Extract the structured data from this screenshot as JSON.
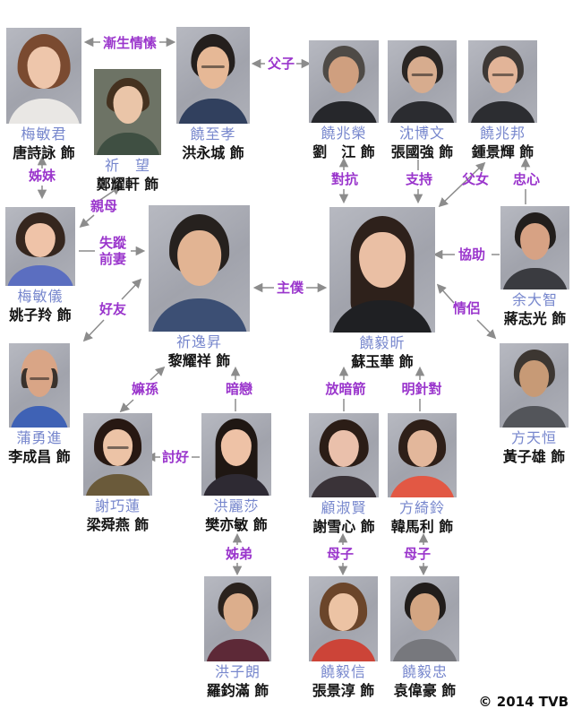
{
  "page": {
    "copyright": "© 2014 TVB"
  },
  "colors": {
    "background": "#ffffff",
    "character_name": "#7787cd",
    "actor_name": "#141414",
    "relation_label": "#9a35cc",
    "arrow": "#8c8c8c",
    "copyright": "#101010"
  },
  "people": [
    {
      "id": "mui-man-kwan",
      "name": "梅敏君",
      "actor": "唐詩詠 飾",
      "photo": {
        "hair": "#7a4a30",
        "skin": "#eec6ab",
        "top": "#e9e7e4"
      }
    },
    {
      "id": "kei-mong",
      "name": "祈　望",
      "actor": "鄭耀軒 飾",
      "photo": {
        "hair": "#44311f",
        "skin": "#eac5a8",
        "top": "#3f4f42",
        "bg": "#6d7365"
      }
    },
    {
      "id": "yiu-chi-hau",
      "name": "饒至孝",
      "actor": "洪永城 飾",
      "photo": {
        "hair": "#241f1d",
        "skin": "#e6b896",
        "top": "#31405e"
      }
    },
    {
      "id": "yiu-siu-wing",
      "name": "饒兆榮",
      "actor": "劉　江 飾",
      "photo": {
        "hair": "#4e4a46",
        "skin": "#cf9f7f",
        "top": "#26272b"
      }
    },
    {
      "id": "sum-pok-man",
      "name": "沈博文",
      "actor": "張國強 飾",
      "photo": {
        "hair": "#2a2624",
        "skin": "#d7ac8e",
        "top": "#2b2c30"
      }
    },
    {
      "id": "yiu-siu-bong",
      "name": "饒兆邦",
      "actor": "鍾景輝 飾",
      "photo": {
        "hair": "#3d3835",
        "skin": "#e2b498",
        "top": "#2c2d31"
      }
    },
    {
      "id": "mui-man-yee",
      "name": "梅敏儀",
      "actor": "姚子羚 飾",
      "photo": {
        "hair": "#35261e",
        "skin": "#efc3a8",
        "top": "#5b6ec0"
      }
    },
    {
      "id": "kei-yat-sing",
      "name": "祈逸昇",
      "actor": "黎耀祥 飾",
      "photo": {
        "hair": "#26211e",
        "skin": "#e2b493",
        "top": "#3c4f74"
      }
    },
    {
      "id": "yiu-ngai-yan",
      "name": "饒毅昕",
      "actor": "蘇玉華 飾",
      "photo": {
        "hair": "#2e211b",
        "skin": "#eabfa4",
        "top": "#1f2023"
      }
    },
    {
      "id": "yu-tai-chi",
      "name": "余大智",
      "actor": "蔣志光 飾",
      "photo": {
        "hair": "#221e1c",
        "skin": "#d7a284",
        "top": "#3a3b40"
      }
    },
    {
      "id": "po-yung-chun",
      "name": "蒲勇進",
      "actor": "李成昌 飾",
      "photo": {
        "hair": "#3a322c",
        "skin": "#d9a586",
        "top": "#3f62b5"
      }
    },
    {
      "id": "fong-tin-hang",
      "name": "方天恒",
      "actor": "黃子雄 飾",
      "photo": {
        "hair": "#3c3631",
        "skin": "#c79a76",
        "top": "#53555a"
      }
    },
    {
      "id": "tse-hau-lin",
      "name": "謝巧蓮",
      "actor": "梁舜燕 飾",
      "photo": {
        "hair": "#271812",
        "skin": "#ecc3a6",
        "top": "#6a5a3a"
      }
    },
    {
      "id": "hung-lai-sa",
      "name": "洪麗莎",
      "actor": "樊亦敏 飾",
      "photo": {
        "hair": "#1f1713",
        "skin": "#eec2a6",
        "top": "#2e2a33"
      }
    },
    {
      "id": "koo-suk-yin",
      "name": "顧淑賢",
      "actor": "謝雪心 飾",
      "photo": {
        "hair": "#2b1d16",
        "skin": "#eac0ab",
        "top": "#3a3338"
      }
    },
    {
      "id": "fong-yee-ling",
      "name": "方綺鈴",
      "actor": "韓馬利 飾",
      "photo": {
        "hair": "#2e1f18",
        "skin": "#e3b79b",
        "top": "#e25844"
      }
    },
    {
      "id": "hung-tsz-long",
      "name": "洪子朗",
      "actor": "羅鈞滿 飾",
      "photo": {
        "hair": "#2a221d",
        "skin": "#dcae8c",
        "top": "#5d2937"
      }
    },
    {
      "id": "yiu-ngai-shun",
      "name": "饒毅信",
      "actor": "張景淳 飾",
      "photo": {
        "hair": "#6b452a",
        "skin": "#ecc3a4",
        "top": "#cc4438"
      }
    },
    {
      "id": "yiu-ngai-chung",
      "name": "饒毅忠",
      "actor": "袁偉豪 飾",
      "photo": {
        "hair": "#211d1b",
        "skin": "#d3a582",
        "top": "#77787d"
      }
    }
  ],
  "relations": [
    {
      "label": "漸生情愫",
      "between": [
        "梅敏君",
        "饒至孝"
      ]
    },
    {
      "label": "父子",
      "between": [
        "饒至孝",
        "饒兆榮"
      ]
    },
    {
      "label": "姊妹",
      "between": [
        "梅敏君",
        "梅敏儀"
      ]
    },
    {
      "label": "親母",
      "between": [
        "祈望",
        "梅敏儀"
      ]
    },
    {
      "label": "失蹤前妻",
      "line1": "失蹤",
      "line2": "前妻",
      "between": [
        "梅敏儀",
        "祈逸昇"
      ]
    },
    {
      "label": "好友",
      "between": [
        "祈逸昇",
        "蒲勇進"
      ]
    },
    {
      "label": "主僕",
      "between": [
        "祈逸昇",
        "饒毅昕"
      ]
    },
    {
      "label": "對抗",
      "between": [
        "饒兆榮",
        "饒毅昕"
      ]
    },
    {
      "label": "支持",
      "between": [
        "沈博文",
        "饒毅昕"
      ]
    },
    {
      "label": "父女",
      "between": [
        "饒兆邦",
        "饒毅昕"
      ]
    },
    {
      "label": "忠心",
      "between": [
        "余大智",
        "饒兆邦"
      ]
    },
    {
      "label": "協助",
      "between": [
        "余大智",
        "饒毅昕"
      ]
    },
    {
      "label": "情侶",
      "between": [
        "饒毅昕",
        "方天恒"
      ]
    },
    {
      "label": "嫲孫",
      "between": [
        "謝巧蓮",
        "祈逸昇"
      ]
    },
    {
      "label": "暗戀",
      "between": [
        "洪麗莎",
        "祈逸昇"
      ]
    },
    {
      "label": "討好",
      "between": [
        "洪麗莎",
        "謝巧蓮"
      ]
    },
    {
      "label": "放暗箭",
      "between": [
        "顧淑賢",
        "饒毅昕"
      ]
    },
    {
      "label": "明針對",
      "between": [
        "方綺鈴",
        "饒毅昕"
      ]
    },
    {
      "label": "姊弟",
      "between": [
        "洪麗莎",
        "洪子朗"
      ]
    },
    {
      "label": "母子",
      "between": [
        "顧淑賢",
        "饒毅信"
      ]
    },
    {
      "label": "母子",
      "between": [
        "方綺鈴",
        "饒毅忠"
      ]
    }
  ]
}
